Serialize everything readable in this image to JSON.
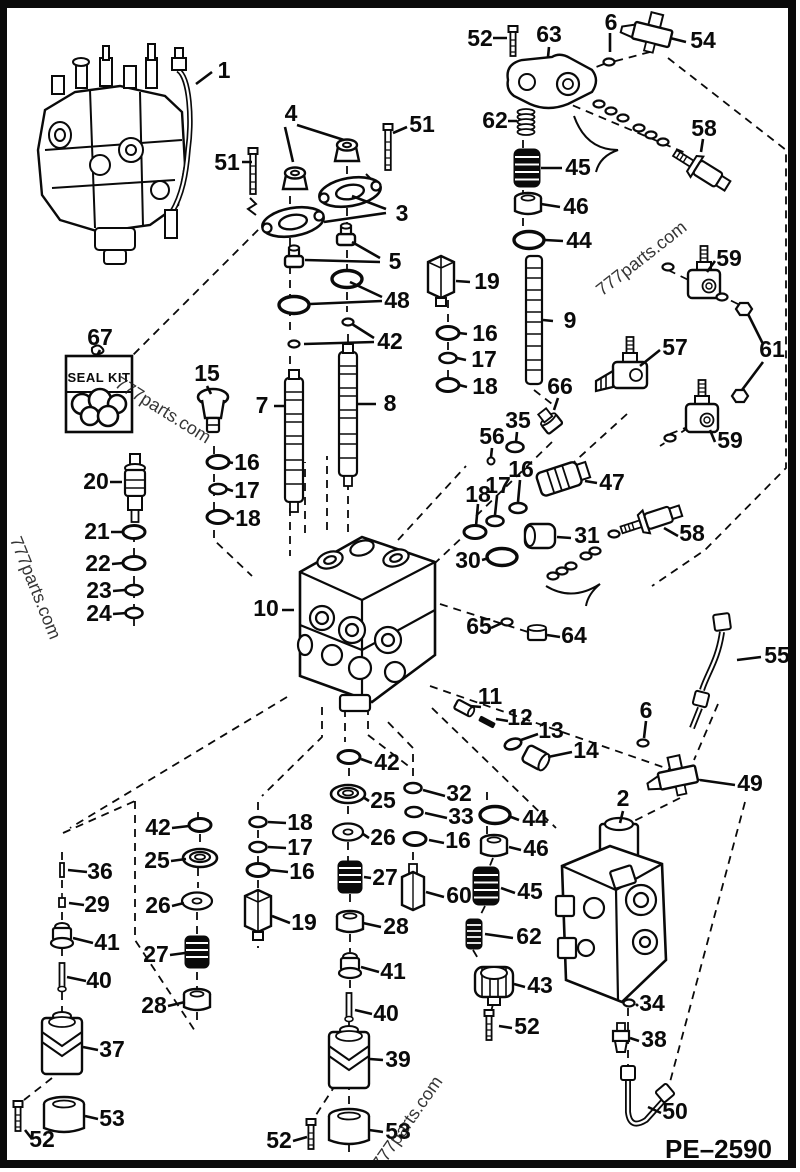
{
  "diagram": {
    "code": "PE–2590",
    "watermark": "777parts.com",
    "seal_kit_label": "SEAL KIT",
    "colors": {
      "ink": "#0a0a0a",
      "paper": "#ffffff"
    }
  },
  "nums": {
    "1": "1",
    "2": "2",
    "3": "3",
    "4": "4",
    "5": "5",
    "6": "6",
    "7": "7",
    "8": "8",
    "9": "9",
    "10": "10",
    "11": "11",
    "12": "12",
    "13": "13",
    "14": "14",
    "15": "15",
    "16": "16",
    "17": "17",
    "18": "18",
    "19": "19",
    "20": "20",
    "21": "21",
    "22": "22",
    "23": "23",
    "24": "24",
    "25": "25",
    "26": "26",
    "27": "27",
    "28": "28",
    "29": "29",
    "30": "30",
    "31": "31",
    "32": "32",
    "33": "33",
    "34": "34",
    "35": "35",
    "36": "36",
    "37": "37",
    "38": "38",
    "39": "39",
    "40": "40",
    "41": "41",
    "42": "42",
    "43": "43",
    "44": "44",
    "45": "45",
    "46": "46",
    "47": "47",
    "48": "48",
    "49": "49",
    "50": "50",
    "51": "51",
    "52": "52",
    "53": "53",
    "54": "54",
    "55": "55",
    "56": "56",
    "57": "57",
    "58": "58",
    "59": "59",
    "60": "60",
    "61": "61",
    "62": "62",
    "63": "63",
    "64": "64",
    "65": "65",
    "66": "66",
    "67": "67"
  }
}
